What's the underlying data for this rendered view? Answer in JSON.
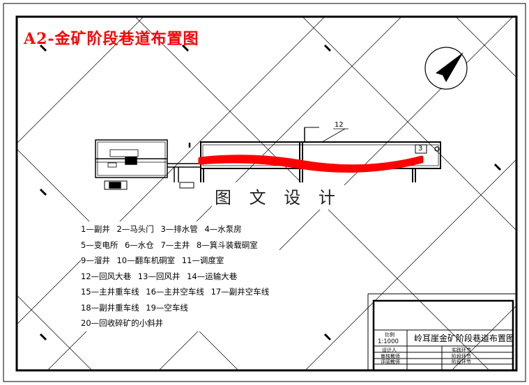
{
  "title": "A2-金矿阶段巷道布置图",
  "watermark": "图 文 设 计",
  "callouts": {
    "twelve": "12",
    "three": "3"
  },
  "legend": [
    "1—副井",
    "2—马头门",
    "3—排水管",
    "4—水泵房",
    "5—变电所",
    "6—水仓",
    "7—主井",
    "8—箕斗装载硐室",
    "9—溜井",
    "10—翻车机硐室",
    "11—调度室",
    "12—回风大巷",
    "13—回风井",
    "14—运输大巷",
    "15—主井重车线",
    "16—主井空车线",
    "17—副井空车线",
    "18—副井重车线",
    "19—空车线",
    "20—回收碎矿的小斜井"
  ],
  "title_block": {
    "scale_label": "比例",
    "scale_value": "1:1000",
    "drawing_name": "岭耳崖金矿阶段巷道布置图",
    "rows": [
      {
        "left": "设计人",
        "right": "实践环节"
      },
      {
        "left": "审核教师",
        "right": "阶段环节"
      },
      {
        "left": "评阅教师",
        "right": "阶段环节"
      }
    ]
  },
  "colors": {
    "ore_body": "#ff0000",
    "lines": "#000000",
    "background": "#ffffff"
  },
  "icons": {
    "north_arrow": "north-arrow-icon"
  }
}
